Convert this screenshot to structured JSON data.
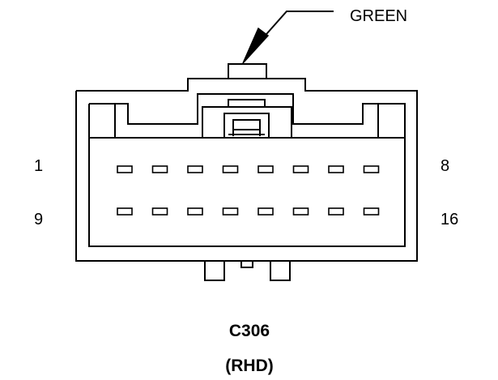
{
  "callout": {
    "label": "GREEN"
  },
  "pin_labels": {
    "row1_left": "1",
    "row1_right": "8",
    "row2_left": "9",
    "row2_right": "16"
  },
  "pins": {
    "rows": 2,
    "per_row": 8
  },
  "connector": {
    "id": "C306",
    "variant": "(RHD)"
  },
  "colors": {
    "stroke": "#000000",
    "background": "#ffffff"
  }
}
